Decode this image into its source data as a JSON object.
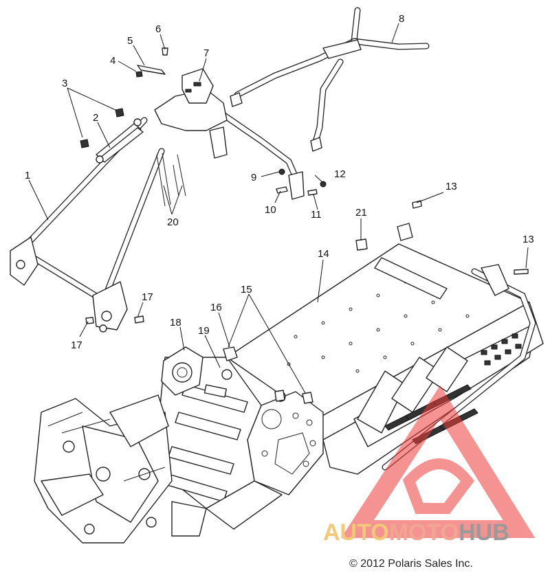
{
  "callouts": [
    {
      "id": "1",
      "label": "1"
    },
    {
      "id": "2",
      "label": "2"
    },
    {
      "id": "3",
      "label": "3"
    },
    {
      "id": "4",
      "label": "4"
    },
    {
      "id": "5",
      "label": "5"
    },
    {
      "id": "6",
      "label": "6"
    },
    {
      "id": "7",
      "label": "7"
    },
    {
      "id": "8",
      "label": "8"
    },
    {
      "id": "9",
      "label": "9"
    },
    {
      "id": "10",
      "label": "10"
    },
    {
      "id": "11",
      "label": "11"
    },
    {
      "id": "12",
      "label": "12"
    },
    {
      "id": "13a",
      "label": "13"
    },
    {
      "id": "13b",
      "label": "13"
    },
    {
      "id": "14",
      "label": "14"
    },
    {
      "id": "15",
      "label": "15"
    },
    {
      "id": "16",
      "label": "16"
    },
    {
      "id": "17a",
      "label": "17"
    },
    {
      "id": "17b",
      "label": "17"
    },
    {
      "id": "18",
      "label": "18"
    },
    {
      "id": "19",
      "label": "19"
    },
    {
      "id": "20",
      "label": "20"
    },
    {
      "id": "21",
      "label": "21"
    }
  ],
  "copyright": "© 2012 Polaris Sales Inc.",
  "watermark": {
    "part1": "AUTO",
    "part2": "MOTO",
    "part3": "HUB",
    "color_auto": "#f2c879",
    "color_moto": "#f1a593",
    "color_hub": "#9a9a9a",
    "logo_color": "#ee3b3b"
  }
}
